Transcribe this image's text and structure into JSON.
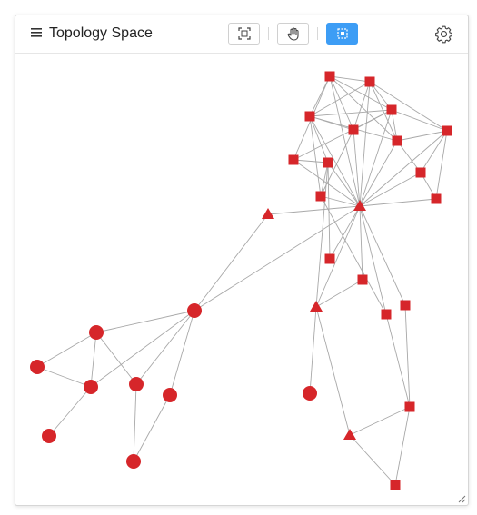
{
  "header": {
    "title": "Topology Space",
    "icons": {
      "menu": "menu-icon",
      "fit": "fit-view-icon",
      "pan": "hand-pan-icon",
      "select": "box-select-icon",
      "settings": "gear-icon"
    },
    "active_tool": "select"
  },
  "colors": {
    "node": "#d6262a",
    "edge": "#a8a8a8",
    "active_button": "#3d9df5"
  },
  "graph": {
    "nodes": [
      {
        "id": "n1",
        "shape": "square"
      },
      {
        "id": "n2",
        "shape": "square"
      },
      {
        "id": "n3",
        "shape": "square"
      },
      {
        "id": "n4",
        "shape": "square"
      },
      {
        "id": "n5",
        "shape": "square"
      },
      {
        "id": "n6",
        "shape": "square"
      },
      {
        "id": "n7",
        "shape": "square"
      },
      {
        "id": "n8",
        "shape": "square"
      },
      {
        "id": "n9",
        "shape": "square"
      },
      {
        "id": "n10",
        "shape": "square"
      },
      {
        "id": "n11",
        "shape": "square"
      },
      {
        "id": "n12",
        "shape": "square"
      },
      {
        "id": "hub",
        "shape": "triangle"
      },
      {
        "id": "t2",
        "shape": "triangle"
      },
      {
        "id": "s13",
        "shape": "square"
      },
      {
        "id": "s14",
        "shape": "square"
      },
      {
        "id": "t3",
        "shape": "triangle"
      },
      {
        "id": "s15",
        "shape": "square"
      },
      {
        "id": "s16",
        "shape": "square"
      },
      {
        "id": "c7",
        "shape": "circle"
      },
      {
        "id": "s17",
        "shape": "square"
      },
      {
        "id": "t4",
        "shape": "triangle"
      },
      {
        "id": "s18",
        "shape": "square"
      },
      {
        "id": "c1",
        "shape": "circle"
      },
      {
        "id": "c2",
        "shape": "circle"
      },
      {
        "id": "c3",
        "shape": "circle"
      },
      {
        "id": "c4",
        "shape": "circle"
      },
      {
        "id": "c5",
        "shape": "circle"
      },
      {
        "id": "c6",
        "shape": "circle"
      },
      {
        "id": "c8",
        "shape": "circle"
      },
      {
        "id": "c9",
        "shape": "circle"
      },
      {
        "id": "c10",
        "shape": "circle"
      }
    ],
    "edges": [
      [
        "n1",
        "n2"
      ],
      [
        "n1",
        "n3"
      ],
      [
        "n1",
        "n6"
      ],
      [
        "n1",
        "n4"
      ],
      [
        "n1",
        "hub"
      ],
      [
        "n1",
        "n7"
      ],
      [
        "n1",
        "n8"
      ],
      [
        "n2",
        "n3"
      ],
      [
        "n2",
        "n4"
      ],
      [
        "n2",
        "n5"
      ],
      [
        "n2",
        "hub"
      ],
      [
        "n2",
        "n6"
      ],
      [
        "n2",
        "n7"
      ],
      [
        "n3",
        "n4"
      ],
      [
        "n3",
        "n6"
      ],
      [
        "n3",
        "n7"
      ],
      [
        "n3",
        "hub"
      ],
      [
        "n3",
        "n9"
      ],
      [
        "n3",
        "n10"
      ],
      [
        "n4",
        "n5"
      ],
      [
        "n4",
        "n6"
      ],
      [
        "n4",
        "n7"
      ],
      [
        "n4",
        "hub"
      ],
      [
        "n4",
        "n8"
      ],
      [
        "n5",
        "n7"
      ],
      [
        "n5",
        "n11"
      ],
      [
        "n5",
        "n12"
      ],
      [
        "n5",
        "hub"
      ],
      [
        "n6",
        "hub"
      ],
      [
        "n6",
        "n10"
      ],
      [
        "n7",
        "hub"
      ],
      [
        "n7",
        "n11"
      ],
      [
        "n8",
        "n9"
      ],
      [
        "n8",
        "hub"
      ],
      [
        "n9",
        "n10"
      ],
      [
        "n9",
        "hub"
      ],
      [
        "n9",
        "t3"
      ],
      [
        "n9",
        "s13"
      ],
      [
        "n10",
        "hub"
      ],
      [
        "n10",
        "s15"
      ],
      [
        "n11",
        "n12"
      ],
      [
        "n11",
        "hub"
      ],
      [
        "n12",
        "hub"
      ],
      [
        "hub",
        "t2"
      ],
      [
        "hub",
        "c1"
      ],
      [
        "hub",
        "s13"
      ],
      [
        "hub",
        "s14"
      ],
      [
        "hub",
        "t3"
      ],
      [
        "hub",
        "s15"
      ],
      [
        "hub",
        "s16"
      ],
      [
        "t2",
        "c1"
      ],
      [
        "s14",
        "t3"
      ],
      [
        "t3",
        "c7"
      ],
      [
        "t3",
        "t4"
      ],
      [
        "s15",
        "s17"
      ],
      [
        "s16",
        "s17"
      ],
      [
        "s17",
        "t4"
      ],
      [
        "s17",
        "s18"
      ],
      [
        "t4",
        "s18"
      ],
      [
        "c1",
        "c2"
      ],
      [
        "c1",
        "c4"
      ],
      [
        "c1",
        "c5"
      ],
      [
        "c1",
        "c6"
      ],
      [
        "c2",
        "c3"
      ],
      [
        "c2",
        "c4"
      ],
      [
        "c2",
        "c5"
      ],
      [
        "c3",
        "c4"
      ],
      [
        "c4",
        "c8"
      ],
      [
        "c5",
        "c9"
      ],
      [
        "c6",
        "c9"
      ]
    ]
  }
}
